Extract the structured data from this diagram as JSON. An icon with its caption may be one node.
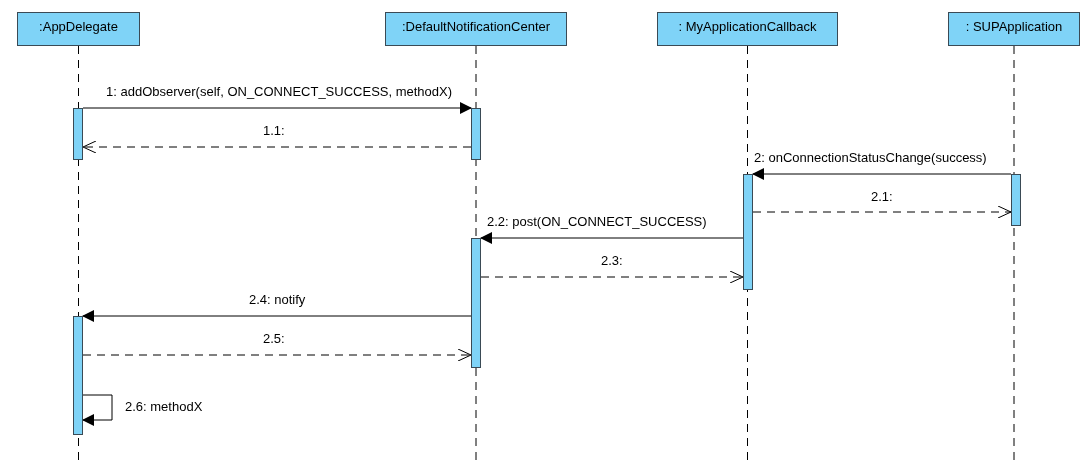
{
  "diagram": {
    "nodes": [
      {
        "text": [
          ":AppDelegate"
        ]
      },
      {
        "text": [
          ":DefaultNotificationCenter"
        ]
      },
      {
        "text": [
          ": MyApplicationCallback"
        ]
      },
      {
        "text": [
          ": SUPApplication"
        ]
      },
      {
        "text": [],
        "shape": "bar"
      },
      {
        "text": [],
        "shape": "bar"
      },
      {
        "text": [],
        "shape": "bar"
      },
      {
        "text": [],
        "shape": "bar"
      },
      {
        "text": [],
        "shape": "bar"
      },
      {
        "text": [],
        "shape": "bar"
      }
    ],
    "edges": [
      {
        "from": 4,
        "to": 6,
        "arrow": "to",
        "label": "1: addObserver(self, ON_CONNECT_SUCCESS, methodX)"
      },
      {
        "from": 6,
        "to": 4,
        "arrow": "to",
        "label": "1.1:",
        "style": "dashed"
      },
      {
        "from": 9,
        "to": 8,
        "arrow": "to",
        "label": "2: onConnectionStatusChange(success)"
      },
      {
        "from": 8,
        "to": 9,
        "arrow": "to",
        "label": "2.1:",
        "style": "dashed"
      },
      {
        "from": 8,
        "to": 7,
        "arrow": "to",
        "label": "2.2: post(ON_CONNECT_SUCCESS)"
      },
      {
        "from": 7,
        "to": 8,
        "arrow": "to",
        "label": "2.3:",
        "style": "dashed"
      },
      {
        "from": 7,
        "to": 5,
        "arrow": "to",
        "label": "2.4: notify"
      },
      {
        "from": 5,
        "to": 7,
        "arrow": "to",
        "label": "2.5:",
        "style": "dashed"
      },
      {
        "from": 5,
        "to": 5,
        "arrow": "to",
        "label": "2.6: methodX"
      }
    ]
  }
}
